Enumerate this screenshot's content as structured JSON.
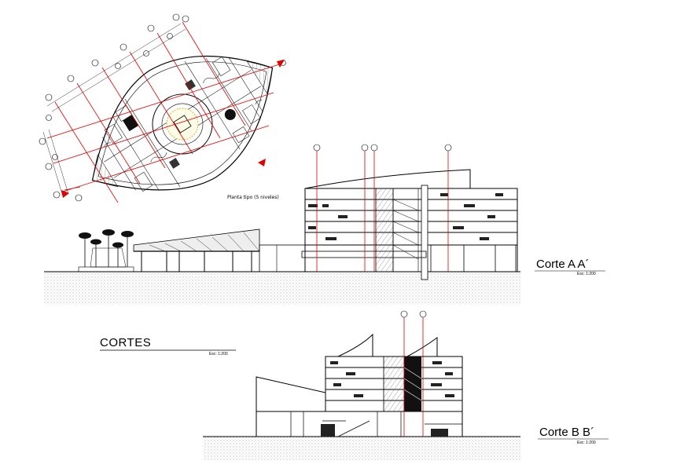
{
  "plan": {
    "title": "Planta tipo (5 niveles)"
  },
  "cortes": {
    "title": "CORTES",
    "scale": "Esc: 1:200"
  },
  "section_a": {
    "title": "Corte A  A´",
    "scale": "Esc: 1:200"
  },
  "section_b": {
    "title": "Corte B B´",
    "scale": "Esc: 1:200"
  },
  "colors": {
    "line": "#000000",
    "axis": "#e00000",
    "ground": "#555555"
  }
}
